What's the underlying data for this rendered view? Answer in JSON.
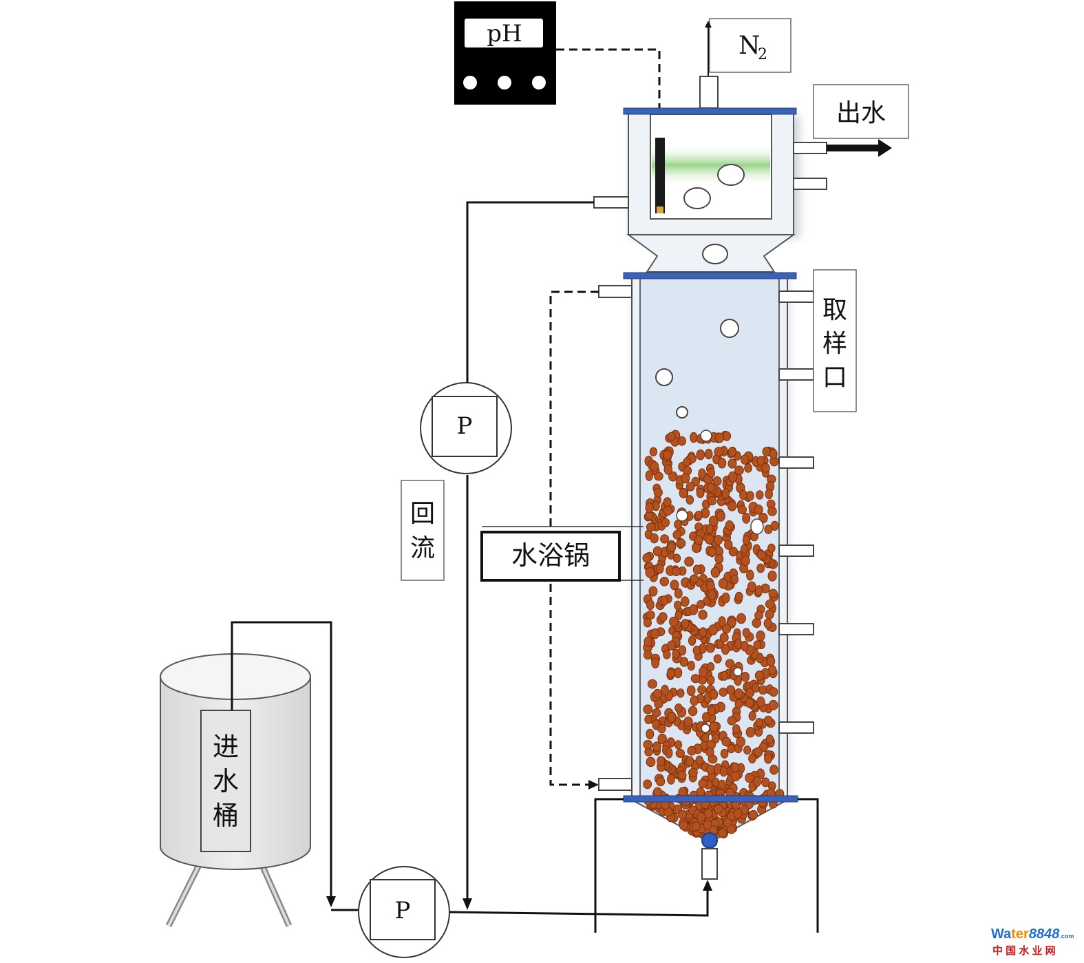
{
  "labels": {
    "ph_meter": "pH",
    "nitrogen_main": "N",
    "nitrogen_sub": "2",
    "effluent": "出水",
    "sampling_port": [
      "取",
      "样",
      "口"
    ],
    "pump": "P",
    "reflux": [
      "回",
      "流"
    ],
    "water_bath": "水浴锅",
    "feed_tank": [
      "进",
      "水",
      "桶"
    ]
  },
  "watermark": {
    "brand_a": "Wa",
    "brand_b": "ter",
    "brand_c": "8848",
    "brand_dot": ".com",
    "tagline": "中 国 水 业 网"
  },
  "colors": {
    "flange": "#3a62b8",
    "granule": "#b4521f",
    "granule_edge": "#7a2f0c",
    "reactor_fill": "#dbe6f2",
    "tank_fill": "#e4e4e4",
    "nozzle_ball": "#2f5fc4",
    "wm_blue": "#1f6fd0",
    "wm_orange": "#f08a00",
    "wm_red": "#d11a1a"
  }
}
